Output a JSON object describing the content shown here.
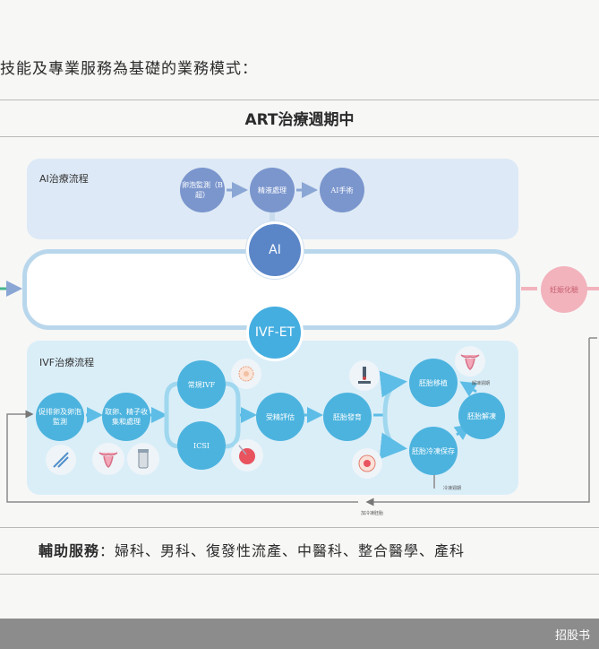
{
  "intro_text": "技能及專業服務為基礎的業務模式：",
  "title": "ART治療週期中",
  "ai_panel": {
    "label": "AI治療流程",
    "steps": [
      "卵泡監測（B超）",
      "精液處理",
      "AI手術"
    ]
  },
  "hub": {
    "ai": "AI",
    "ivf": "IVF-ET"
  },
  "pregnancy": "妊娠化驗",
  "ivf_panel": {
    "label": "IVF治療流程",
    "steps": {
      "stimulate": "促排卵及卵泡監測",
      "retrieve": "取卵、精子收集和處理",
      "ivf": "常規IVF",
      "icsi": "ICSI",
      "fertilize": "受精評估",
      "culture": "胚胎發育",
      "transfer": "胚胎移植",
      "freeze": "胚胎冷凍保存",
      "thaw": "胚胎解凍"
    },
    "note_thaw": "解凍週期",
    "note_freeze": "冷凍週期",
    "note_return": "加冷凍胚胎"
  },
  "aux_services": {
    "label": "輔助服務",
    "items": "婦科、男科、復發性流產、中醫科、整合醫學、產科"
  },
  "footer_watermark": "招股书",
  "colors": {
    "ai_node": "#7b96cd",
    "ivf_node": "#4cb3de",
    "preg_node": "#f2b3bd"
  }
}
